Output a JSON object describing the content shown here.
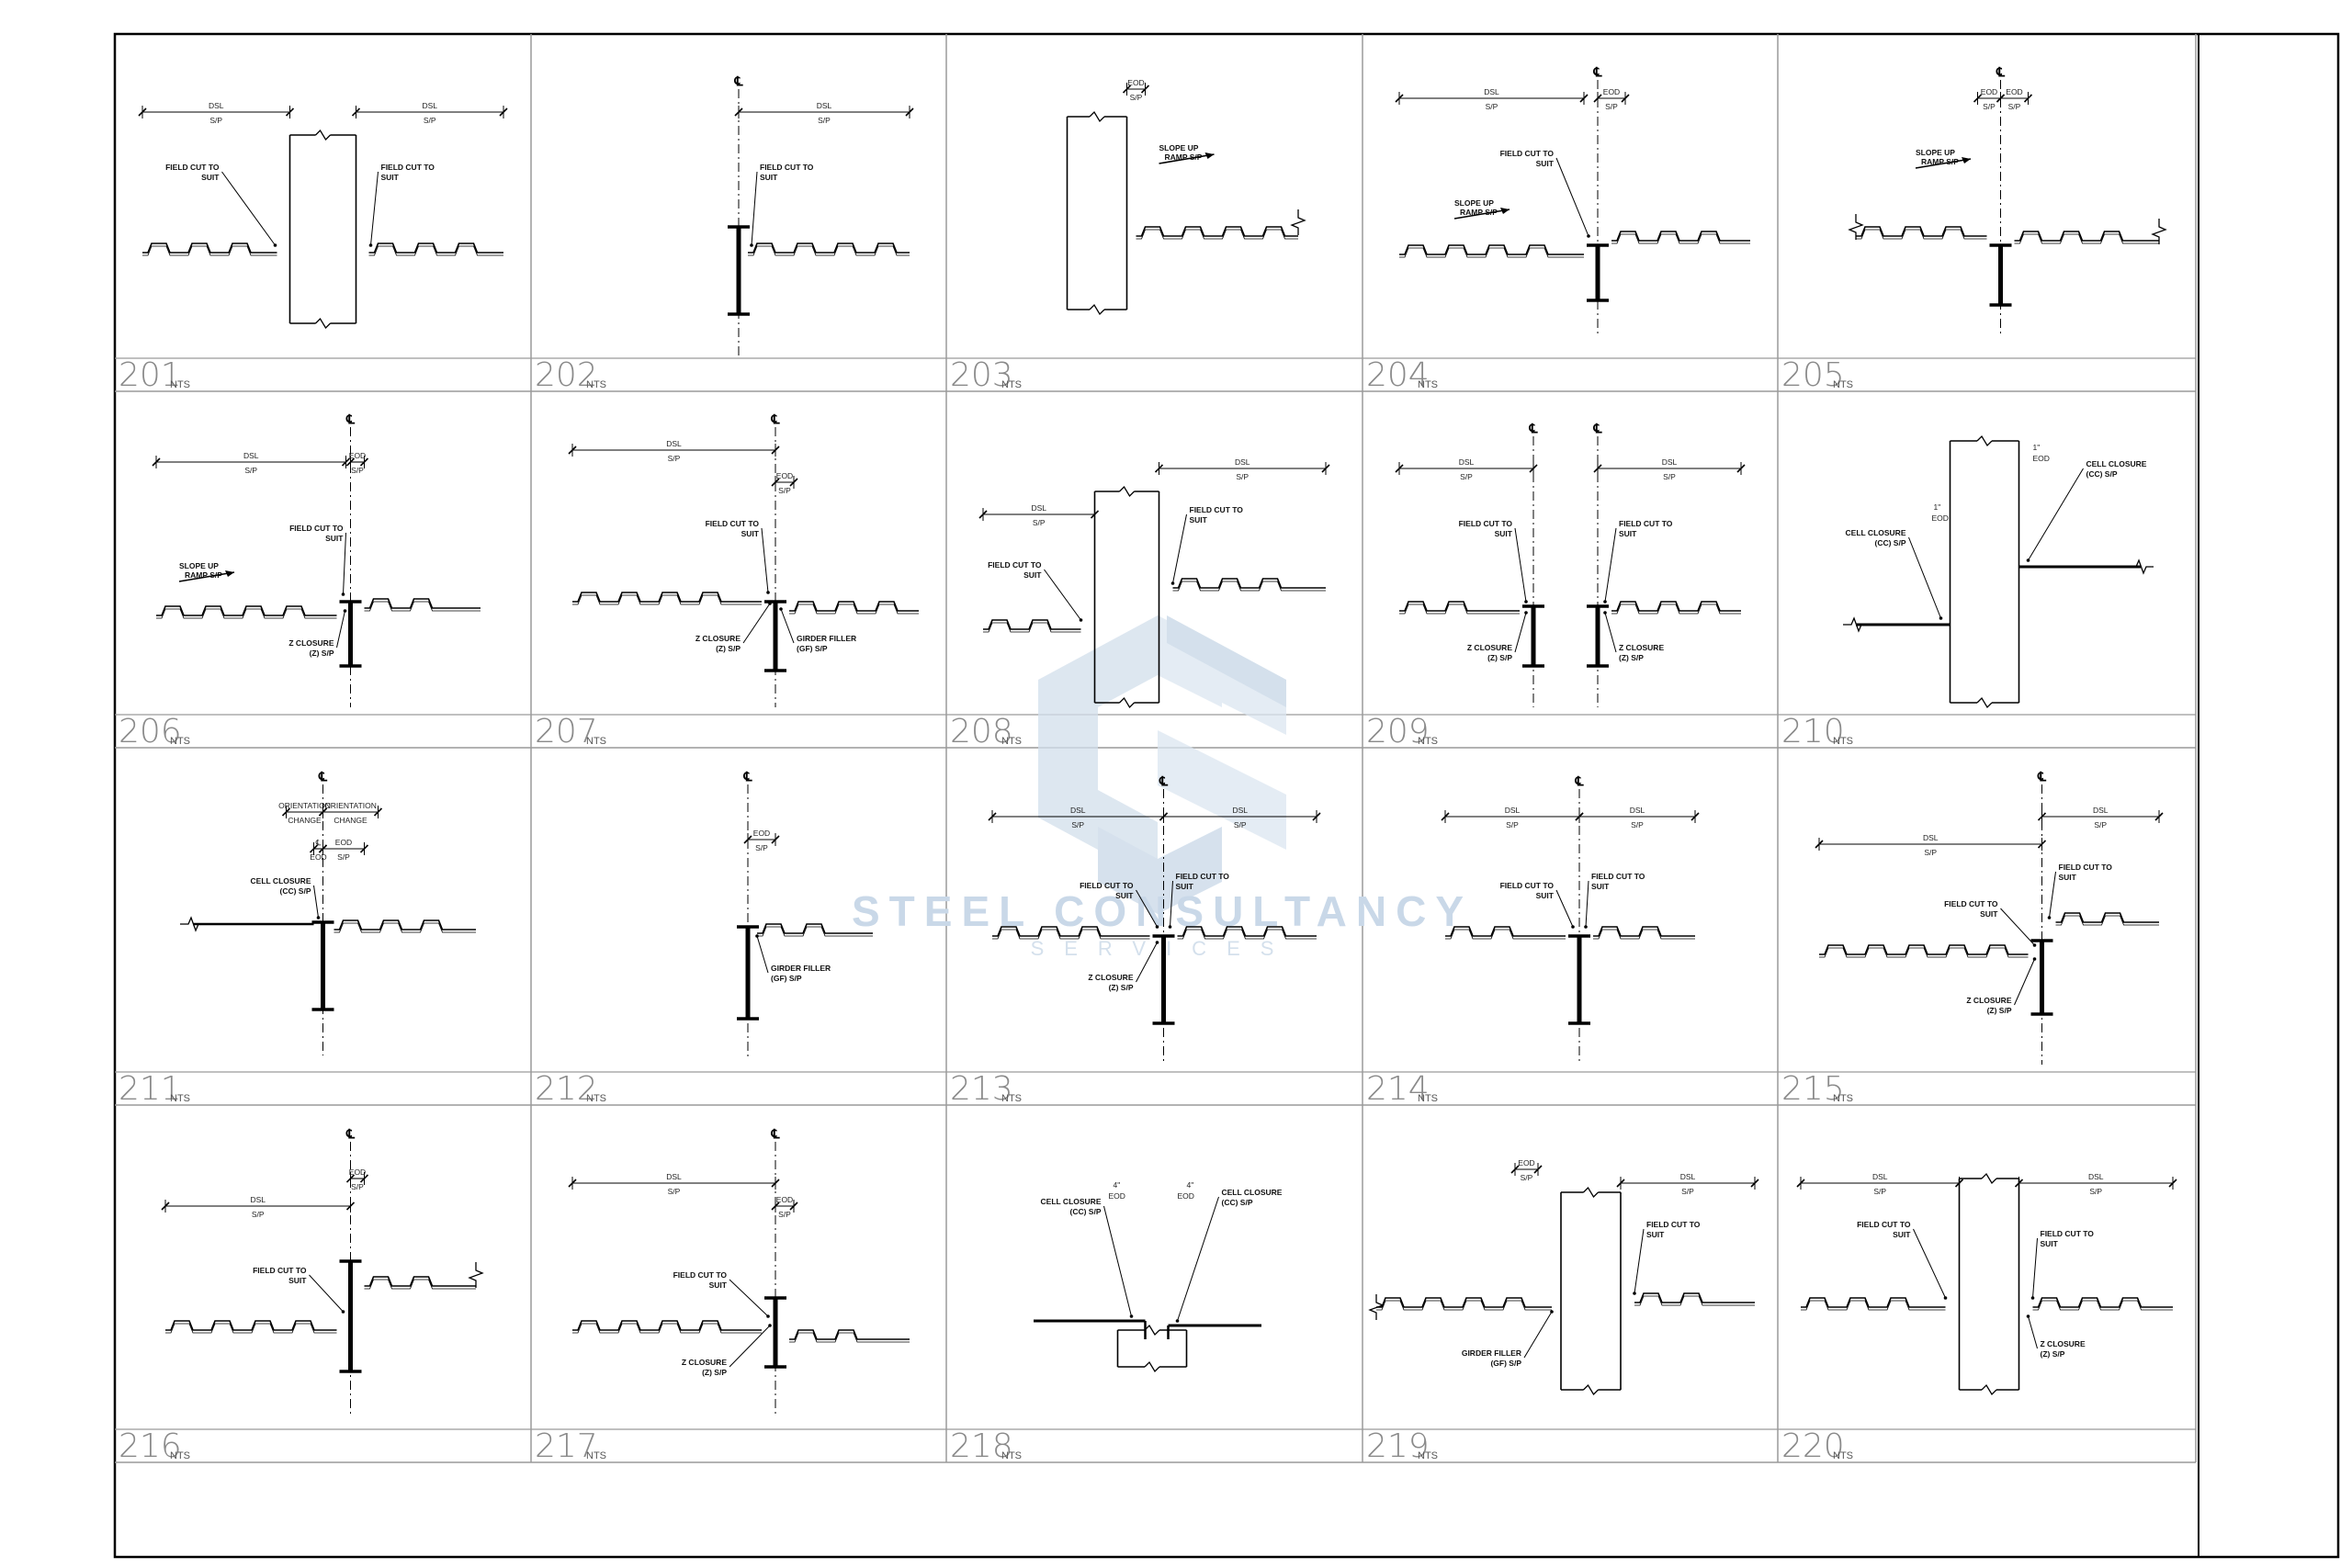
{
  "sheet": {
    "watermark_line1": "STEEL CONSULTANCY",
    "watermark_line2": "SERVICES",
    "scale_note": "NTS",
    "colors": {
      "border": "#000000",
      "grid": "#9a9a9a",
      "watermark": "#c9d8e8",
      "detail_number": "#8a8a8a"
    }
  },
  "labels": {
    "dsl": "DSL",
    "sp": "S/P",
    "eod": "EOD",
    "cl_symbol": "℄",
    "field_cut_1": "FIELD CUT TO",
    "field_cut_2": "SUIT",
    "slope_1": "SLOPE UP",
    "slope_2": "RAMP S/P",
    "z_closure_1": "Z CLOSURE",
    "z_closure_2": "(Z) S/P",
    "girder_filler_1": "GIRDER FILLER",
    "girder_filler_2": "(GF) S/P",
    "cell_closure_1": "CELL CLOSURE",
    "cell_closure_2": "(CC) S/P",
    "orientation_1": "ORIENTATION",
    "orientation_2": "CHANGE",
    "inch": "1\"",
    "inch4": "4\""
  },
  "details": [
    {
      "number": "201",
      "type": "col_gap"
    },
    {
      "number": "202",
      "type": "beam_right"
    },
    {
      "number": "203",
      "type": "col_slope"
    },
    {
      "number": "204",
      "type": "beam_both_slope"
    },
    {
      "number": "205",
      "type": "beam_slope_left"
    },
    {
      "number": "206",
      "type": "beam_step_slope"
    },
    {
      "number": "207",
      "type": "beam_z_gf"
    },
    {
      "number": "208",
      "type": "col_offset"
    },
    {
      "number": "209",
      "type": "double_beam"
    },
    {
      "number": "210",
      "type": "col_cc_both"
    },
    {
      "number": "211",
      "type": "beam_orientation"
    },
    {
      "number": "212",
      "type": "beam_gf"
    },
    {
      "number": "213",
      "type": "beam_z_both"
    },
    {
      "number": "214",
      "type": "beam_both"
    },
    {
      "number": "215",
      "type": "beam_z_step"
    },
    {
      "number": "216",
      "type": "beam_step_right"
    },
    {
      "number": "217",
      "type": "beam_z_right"
    },
    {
      "number": "218",
      "type": "col_cc_center"
    },
    {
      "number": "219",
      "type": "col_gf_left"
    },
    {
      "number": "220",
      "type": "col_z_both"
    }
  ]
}
